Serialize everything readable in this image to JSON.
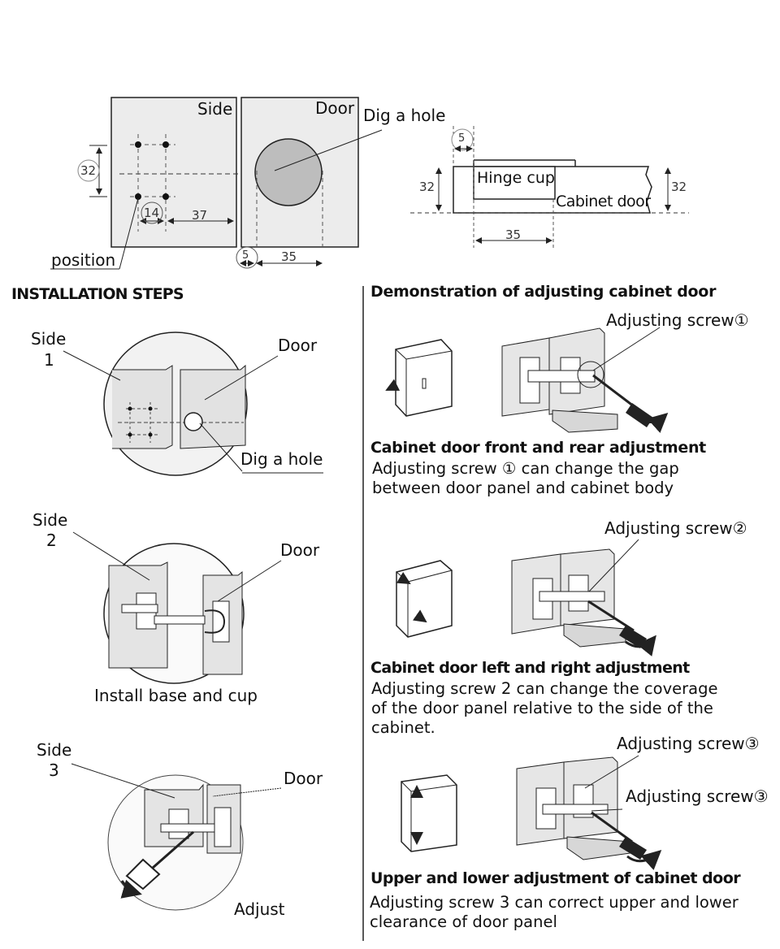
{
  "top": {
    "side": "Side",
    "door": "Door",
    "dig_a_hole": "Dig a hole",
    "position": "position",
    "dim_32": "32",
    "dim_14": "14",
    "dim_37": "37",
    "dim_5": "5",
    "dim_35": "35",
    "hinge_cup": "Hinge cup",
    "cabinet_door": "Cabinet door"
  },
  "installation": {
    "title": "INSTALLATION STEPS",
    "steps": [
      {
        "side": "Side",
        "num": "1",
        "door": "Door",
        "caption": "Dig a hole"
      },
      {
        "side": "Side",
        "num": "2",
        "door": "Door",
        "caption": "Install base and cup"
      },
      {
        "side": "Side",
        "num": "3",
        "door": "Door",
        "caption": "Adjust"
      }
    ]
  },
  "demo": {
    "title": "Demonstration of adjusting cabinet door",
    "sections": [
      {
        "screws": [
          "Adjusting screw①"
        ],
        "heading": "Cabinet door front and rear adjustment",
        "body": "Adjusting screw ① can change the gap between door panel and cabinet body"
      },
      {
        "screws": [
          "Adjusting screw②"
        ],
        "heading": "Cabinet door left and right adjustment",
        "body": "Adjusting screw 2 can change the coverage of the door panel relative to the side of the cabinet."
      },
      {
        "screws": [
          "Adjusting screw③",
          "Adjusting screw③"
        ],
        "heading": "Upper and lower adjustment of cabinet door",
        "body": "Adjusting screw 3 can correct upper and lower clearance of door panel"
      }
    ]
  }
}
